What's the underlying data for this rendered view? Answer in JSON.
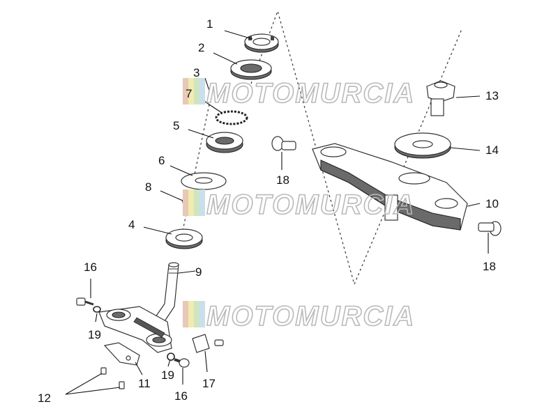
{
  "watermark": {
    "text": "MOTOMURCIA",
    "stripe_colors": [
      "#e8c9b8",
      "#f1ebb0",
      "#cde6c0",
      "#c9dfee"
    ]
  },
  "callouts": {
    "c1": "1",
    "c2": "2",
    "c3": "3",
    "c7": "7",
    "c5": "5",
    "c6": "6",
    "c8": "8",
    "c4": "4",
    "c9": "9",
    "c16a": "16",
    "c19a": "19",
    "c11": "11",
    "c19b": "19",
    "c16b": "16",
    "c17": "17",
    "c12": "12",
    "c18a": "18",
    "c13": "13",
    "c14": "14",
    "c10": "10",
    "c18b": "18"
  }
}
